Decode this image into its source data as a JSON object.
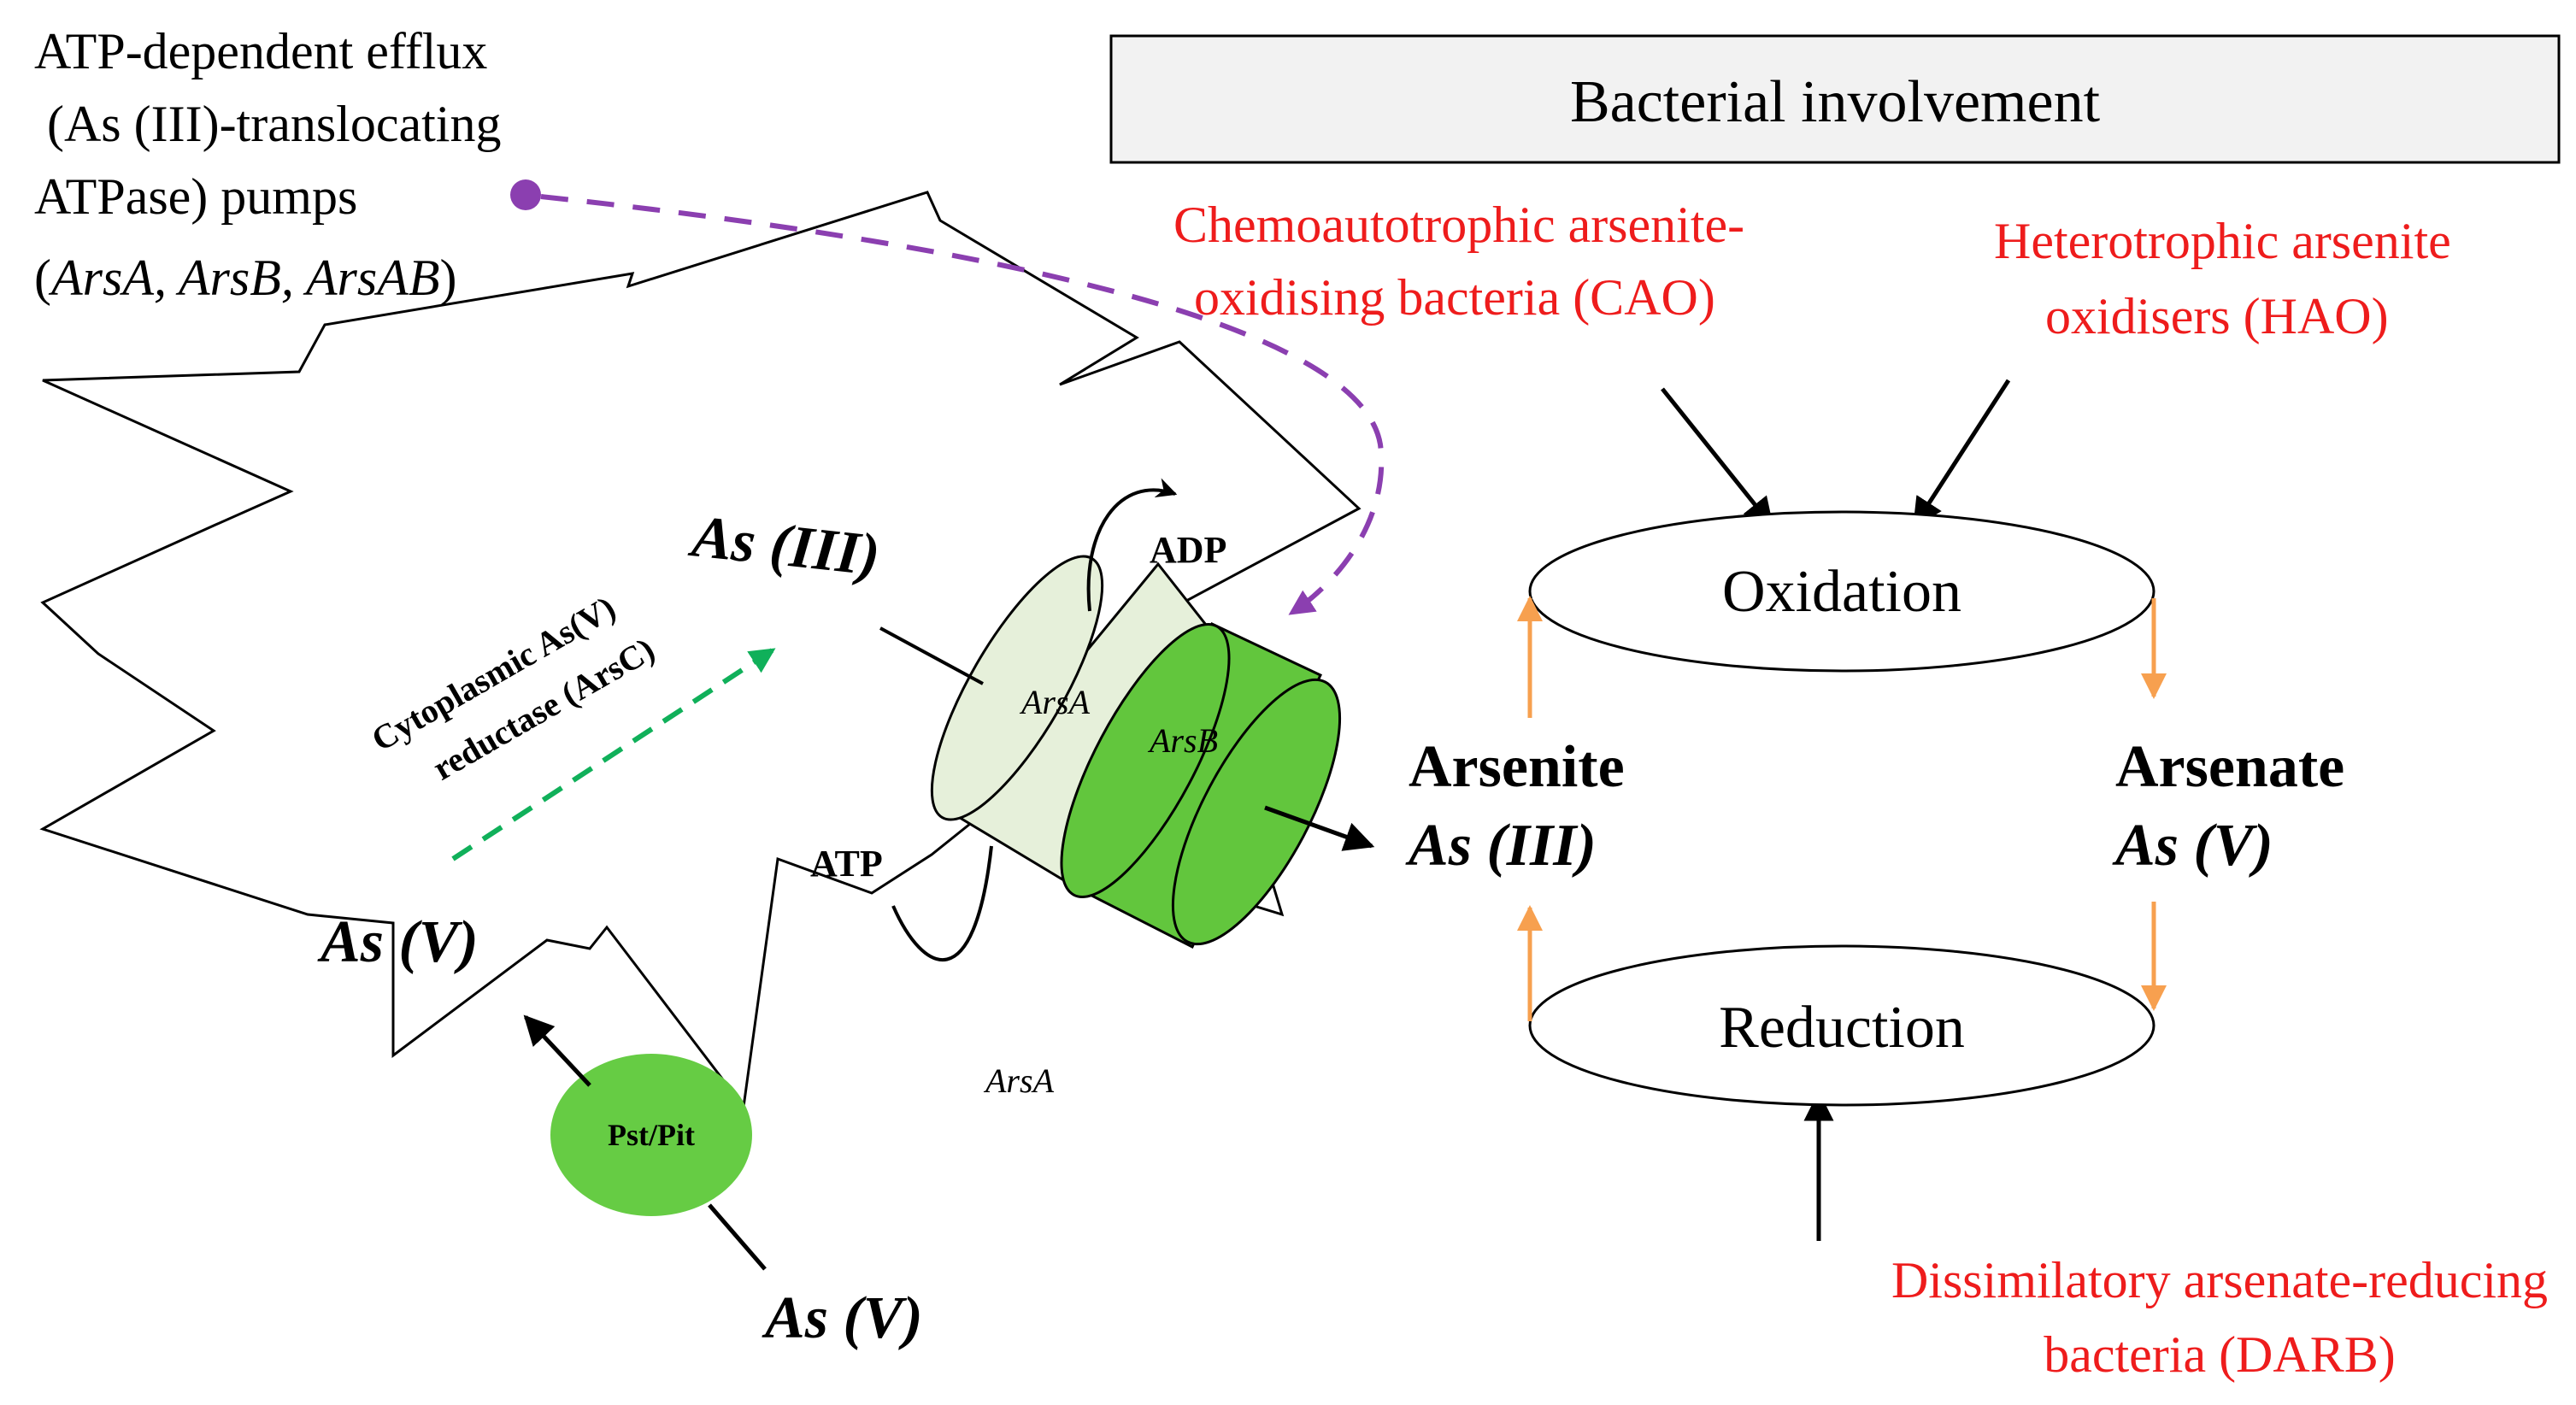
{
  "colors": {
    "red_text": "#ee1c1c",
    "purple_dash": "#8b3fb0",
    "green_dash": "#10b05a",
    "orange_arrow": "#f7a04f",
    "arsb_green": "#62c63d",
    "arsa_pale": "#e6f0da",
    "pst_green": "#66cc44",
    "header_fill": "#f2f2f2"
  },
  "header": {
    "title": "Bacterial involvement"
  },
  "efflux": {
    "line1": "ATP-dependent efflux",
    "line2": " (As (III)-translocating",
    "line3": "ATPase) pumps",
    "line4_open": "(",
    "line4_genes": "ArsA, ArsB, ArsAB",
    "line4_close": ")"
  },
  "bacteria": {
    "cao_line1": "Chemoautotrophic arsenite-",
    "cao_line2": "oxidising bacteria (CAO)",
    "hao_line1": "Heterotrophic arsenite",
    "hao_line2": "oxidisers (HAO)",
    "darb_line1": "Dissimilatory arsenate-reducing",
    "darb_line2": "bacteria (DARB)"
  },
  "cycle": {
    "oxidation": "Oxidation",
    "reduction": "Reduction",
    "arsenite_name": "Arsenite",
    "arsenite_species": "As (III)",
    "arsenate_name": "Arsenate",
    "arsenate_species": "As (V)"
  },
  "cell": {
    "as3_inside": "As (III)",
    "as5_inside": "As (V)",
    "as5_outside": "As (V)",
    "reductase_line1": "Cytoplasmic As(V)",
    "reductase_line2": "reductase (ArsC)",
    "adp": "ADP",
    "atp": "ATP",
    "arsa": "ArsA",
    "arsb": "ArsB",
    "arsa_outside": "ArsA",
    "pst": "Pst/Pit"
  }
}
